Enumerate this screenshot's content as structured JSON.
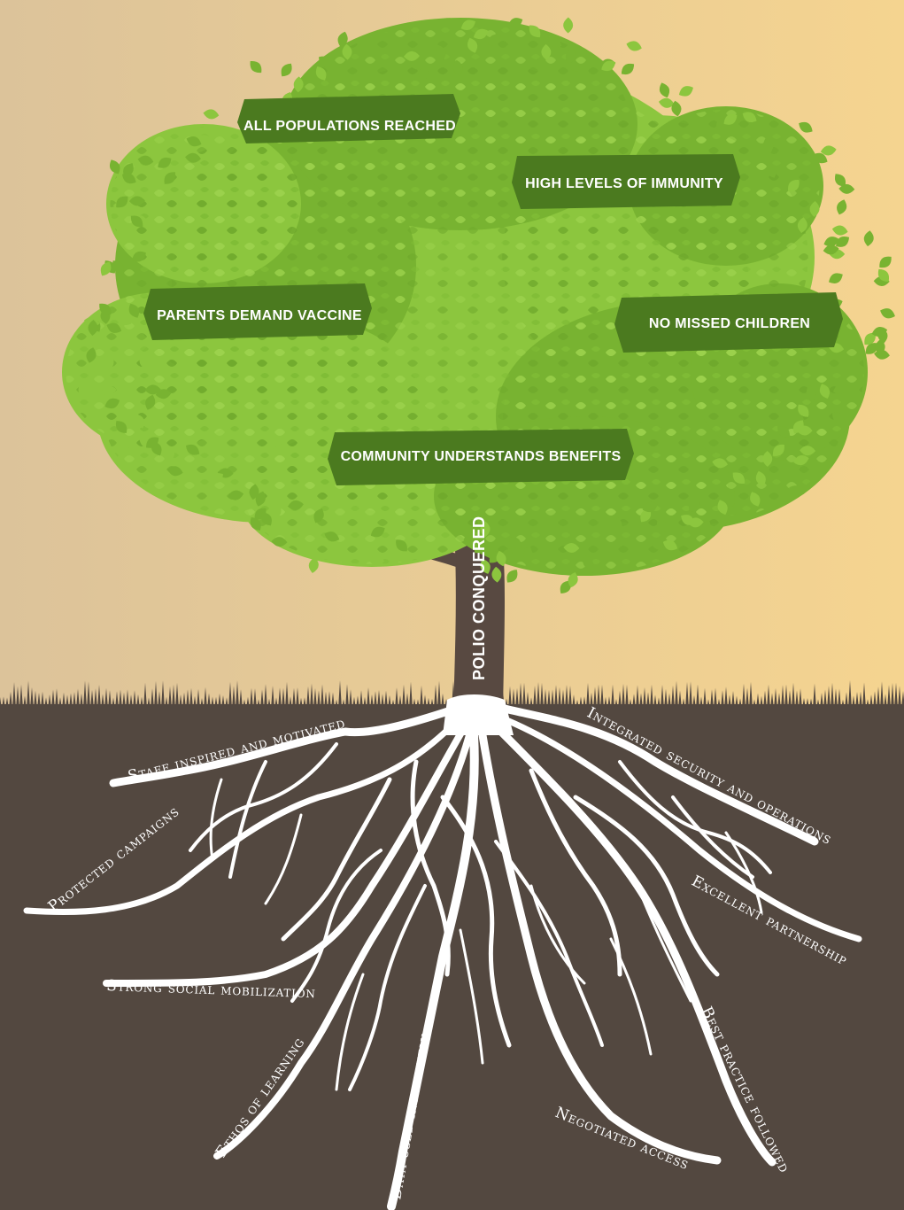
{
  "colors": {
    "sky_left": "#dcc39a",
    "sky_right": "#f5d490",
    "soil": "#534840",
    "leaf_light": "#8cc63e",
    "leaf_mid": "#78b331",
    "banner": "#4b7a1f",
    "bark": "#584941",
    "roots": "#ffffff"
  },
  "icons": {
    "tree": "deciduous-tree-illustration",
    "roots": "root-system-illustration",
    "grass": "grass-line"
  },
  "canopy_banners": [
    "ALL POPULATIONS REACHED",
    "HIGH LEVELS OF IMMUNITY",
    "PARENTS DEMAND VACCINE",
    "NO MISSED CHILDREN",
    "COMMUNITY UNDERSTANDS BENEFITS"
  ],
  "trunk_label": "POLIO CONQUERED",
  "root_labels": [
    "Staff inspired and motivated",
    "Protected campaigns",
    "Strong social mobilization",
    "Ethos of learning",
    "Data used intensively",
    "Negotiated access",
    "Best practice followed",
    "Excellent partnership",
    "Integrated security and operations"
  ]
}
